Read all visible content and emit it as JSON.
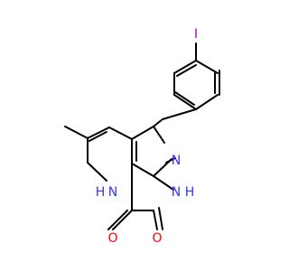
{
  "molecule": {
    "atoms": {
      "iodine": "I",
      "imine_n": "N",
      "nh_pyridazine_n": "N",
      "nh_pyridazine_h": "H",
      "nh_pyridone_n": "N",
      "nh_pyridone_h": "H",
      "carbonyl_o_left": "O",
      "carbonyl_o_right": "O"
    },
    "colors": {
      "bond": "#000000",
      "nitrogen": "#3333ff",
      "oxygen": "#ff0000",
      "iodine": "#aa00aa"
    }
  }
}
